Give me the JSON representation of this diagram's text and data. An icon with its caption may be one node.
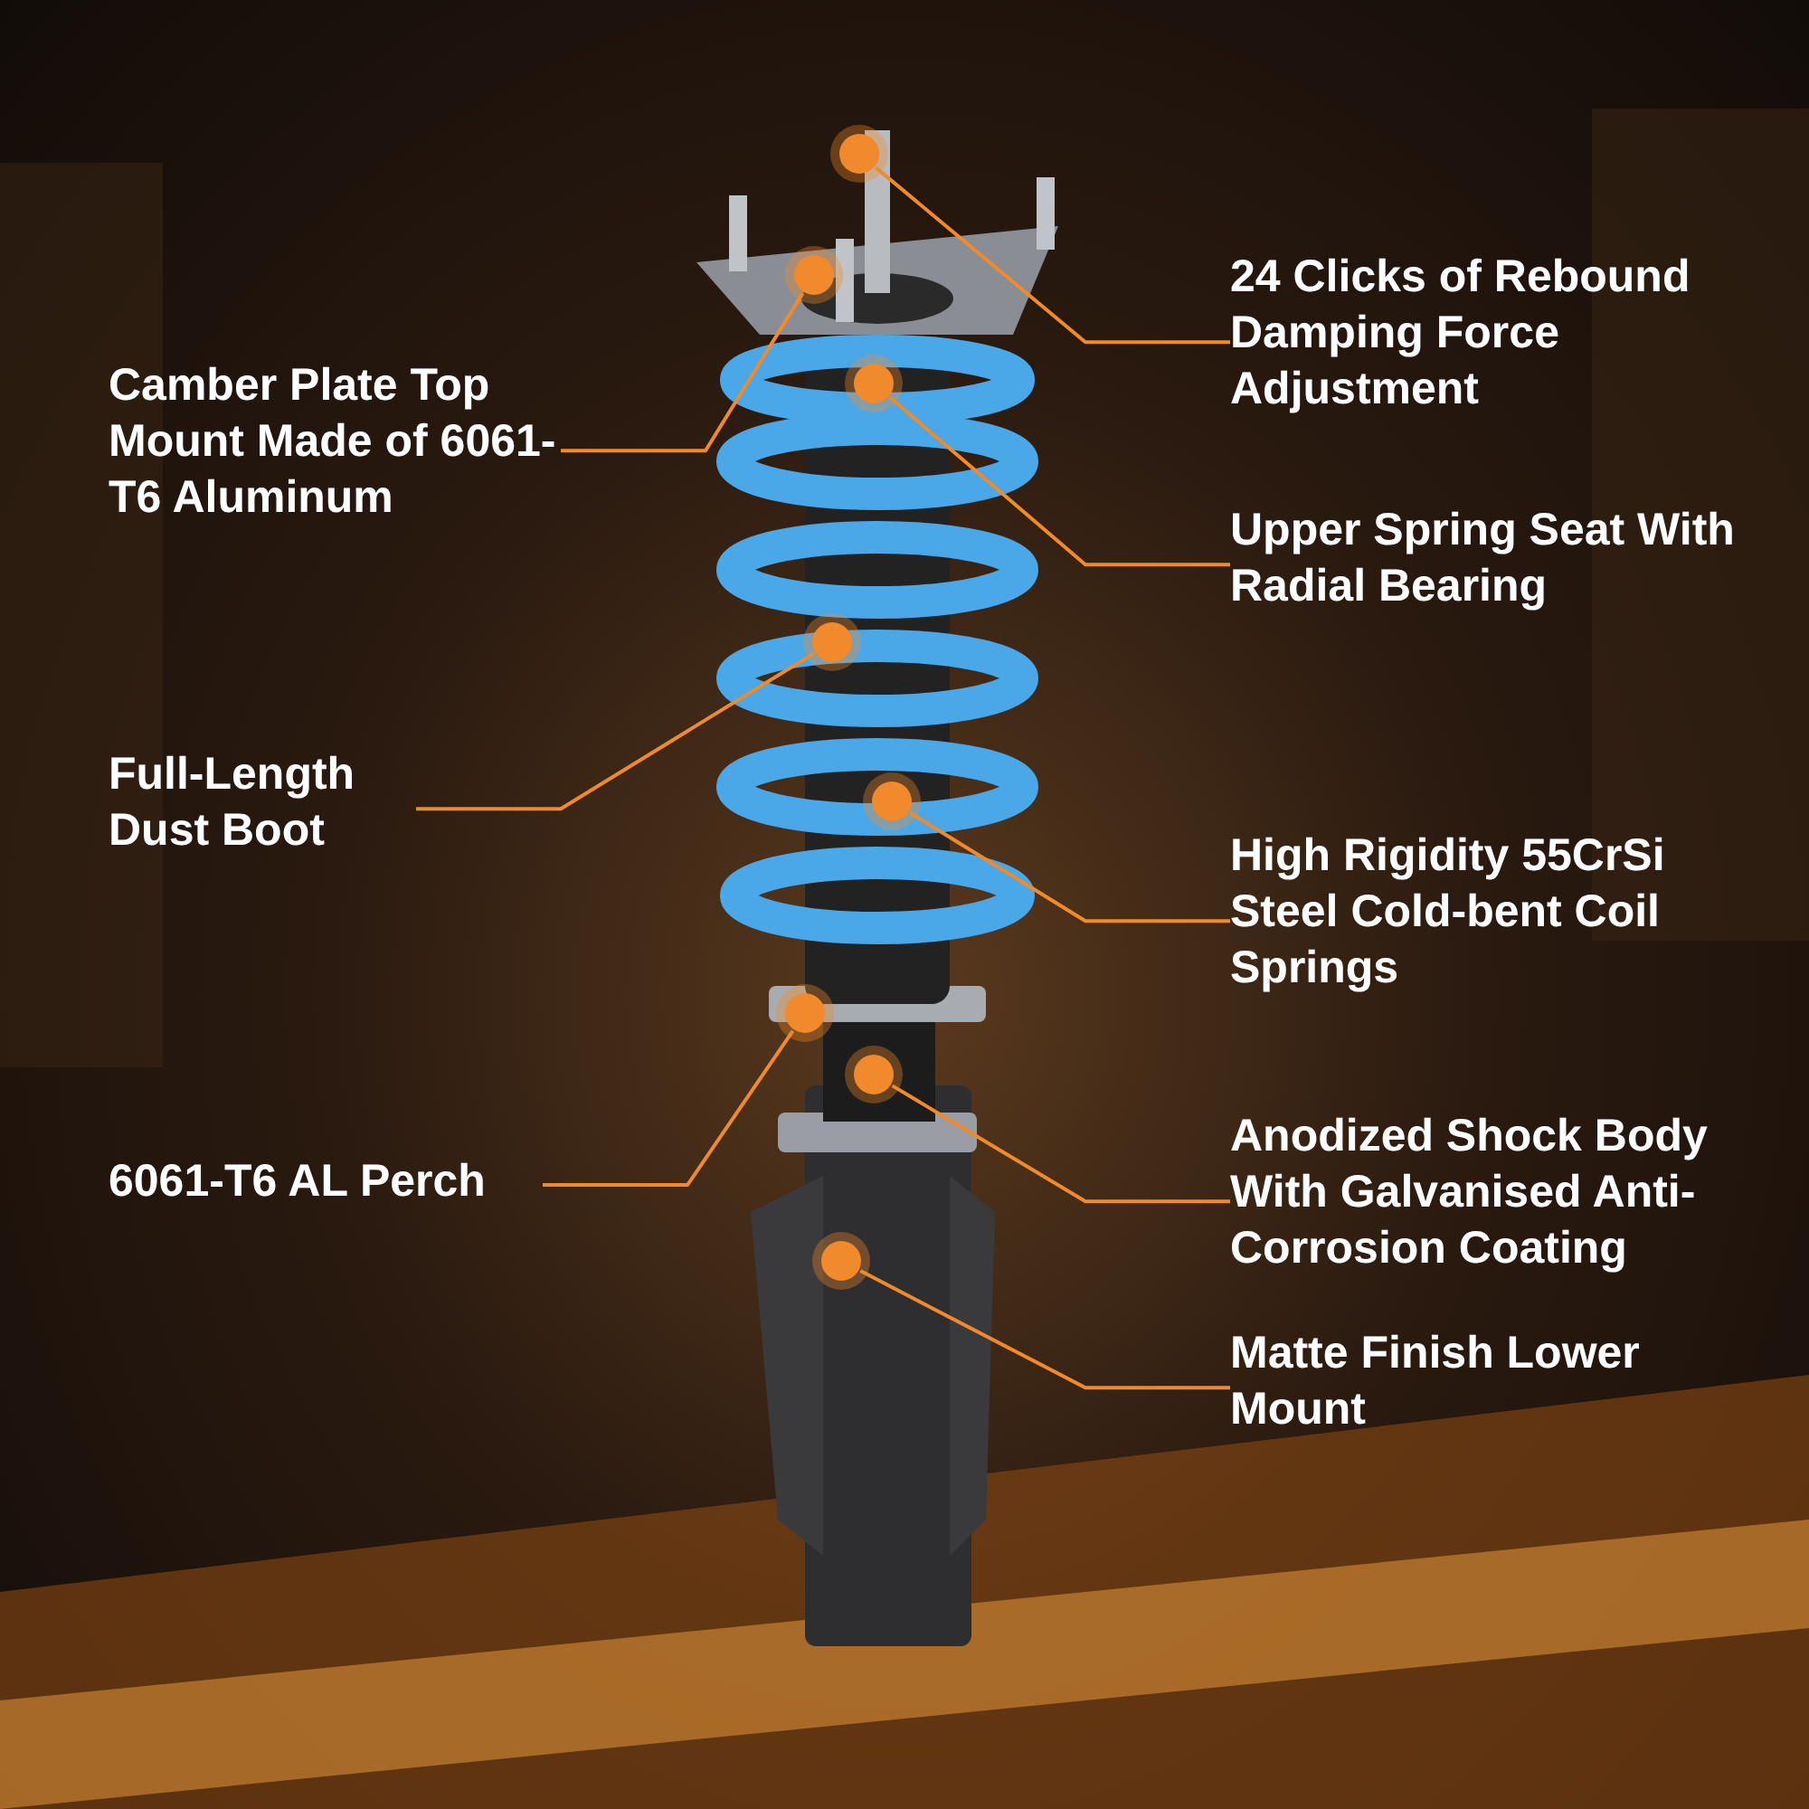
{
  "diagram": {
    "nodes": [
      {
        "text": [
          "Camber Plate Top Mount Made of 6061-T6 Aluminum"
        ]
      },
      {
        "text": [
          "Full-Length Dust Boot"
        ]
      },
      {
        "text": [
          "6061-T6 AL Perch"
        ]
      },
      {
        "text": [
          "24 Clicks of Rebound Damping Force Adjustment"
        ]
      },
      {
        "text": [
          "Upper Spring Seat With Radial Bearing"
        ]
      },
      {
        "text": [
          "High Rigidity 55CrSi Steel Cold-bent Coil Springs"
        ]
      },
      {
        "text": [
          "Anodized Shock Body With Galvanised Anti-Corrosion Coating"
        ]
      },
      {
        "text": [
          "Matte Finish Lower Mount"
        ]
      },
      {
        "text": [],
        "shape": "circle"
      },
      {
        "text": [],
        "shape": "circle"
      },
      {
        "text": [],
        "shape": "circle"
      },
      {
        "text": [],
        "shape": "circle"
      },
      {
        "text": [],
        "shape": "circle"
      },
      {
        "text": [],
        "shape": "circle"
      },
      {
        "text": [],
        "shape": "circle"
      },
      {
        "text": [],
        "shape": "circle"
      }
    ],
    "edges": [
      {
        "from": 3,
        "to": 8,
        "arrow": "none"
      },
      {
        "from": 0,
        "to": 9,
        "arrow": "none"
      },
      {
        "from": 4,
        "to": 10,
        "arrow": "none"
      },
      {
        "from": 1,
        "to": 11,
        "arrow": "none"
      },
      {
        "from": 5,
        "to": 12,
        "arrow": "none"
      },
      {
        "from": 2,
        "to": 13,
        "arrow": "none"
      },
      {
        "from": 6,
        "to": 14,
        "arrow": "none"
      },
      {
        "from": 7,
        "to": 15,
        "arrow": "none"
      }
    ]
  }
}
